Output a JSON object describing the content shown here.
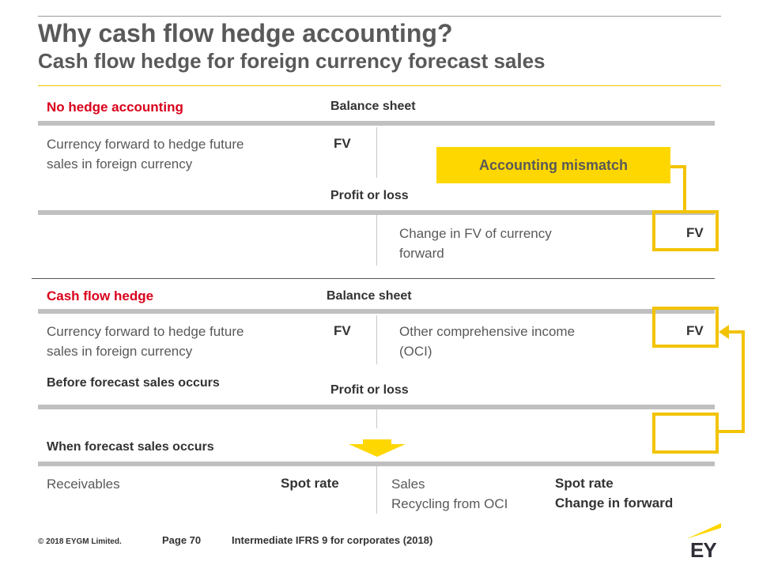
{
  "header": {
    "title": "Why cash flow hedge accounting?",
    "subtitle": "Cash flow hedge for foreign currency forecast sales"
  },
  "section1": {
    "heading": "No hedge accounting",
    "balance_sheet_label": "Balance sheet",
    "bs_row_text_line1": "Currency forward to hedge future",
    "bs_row_text_line2": "sales in foreign currency",
    "bs_row_value": "FV",
    "mismatch_label": "Accounting mismatch",
    "pl_label": "Profit or loss",
    "pl_row_text_line1": "Change in FV of currency",
    "pl_row_text_line2": "forward",
    "pl_row_value": "FV"
  },
  "section2": {
    "heading": "Cash flow hedge",
    "balance_sheet_label": "Balance sheet",
    "bs_row_text_line1": "Currency forward to hedge future",
    "bs_row_text_line2": "sales in foreign currency",
    "bs_row_value": "FV",
    "oci_text_line1": "Other comprehensive income",
    "oci_text_line2": "(OCI)",
    "oci_value": "FV",
    "before_label": "Before forecast sales occurs",
    "pl_label": "Profit or loss",
    "when_label": "When forecast sales occurs",
    "receivables_label": "Receivables",
    "receivables_value": "Spot rate",
    "sales_label": "Sales",
    "sales_value": "Spot rate",
    "recycling_label": "Recycling from OCI",
    "recycling_value": "Change in forward"
  },
  "footer": {
    "copyright": "© 2018 EYGM Limited.",
    "page": "Page 70",
    "course": "Intermediate IFRS 9 for corporates (2018)",
    "logo_text": "EY"
  },
  "colors": {
    "accent_yellow": "#ffd700",
    "heading_red": "#d9001b",
    "title_gray": "#595959"
  },
  "icons": {
    "down_arrow": "down-arrow-icon",
    "logo_beam": "ey-beam-icon"
  }
}
